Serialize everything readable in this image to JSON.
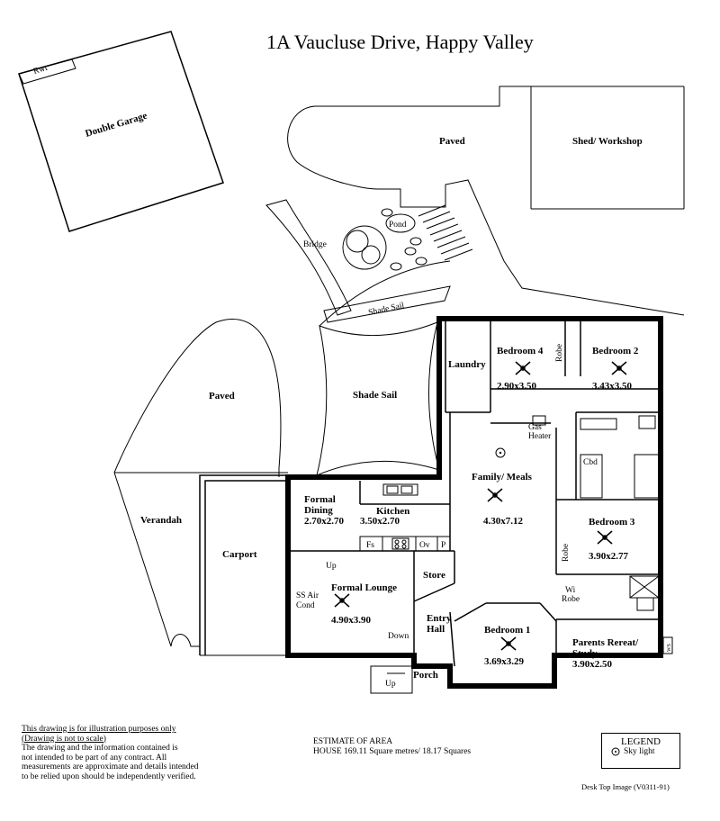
{
  "title": "1A  Vaucluse Drive,  Happy Valley",
  "areas": {
    "rwt": "Rwt",
    "double_garage": "Double Garage",
    "paved_top": "Paved",
    "shed": "Shed/ Workshop",
    "pond": "Pond",
    "bridge": "Bridge",
    "shade_sail_small": "Shade Sail",
    "paved_left": "Paved",
    "shade_sail": "Shade Sail",
    "verandah": "Verandah",
    "carport": "Carport"
  },
  "rooms": {
    "laundry": "Laundry",
    "bedroom4": {
      "name": "Bedroom 4",
      "size": "2.90x3.50"
    },
    "robe_a": "Robe",
    "bedroom2": {
      "name": "Bedroom 2",
      "size": "3.43x3.50"
    },
    "gas_heater_1": "Gas",
    "gas_heater_2": "Heater",
    "cbd": "Cbd",
    "family": {
      "name": "Family/ Meals",
      "size": "4.30x7.12"
    },
    "formal_dining_1": "Formal",
    "formal_dining_2": "Dining",
    "formal_dining_size": "2.70x2.70",
    "kitchen": {
      "name": "Kitchen",
      "size": "3.50x2.70"
    },
    "bedroom3": {
      "name": "Bedroom 3",
      "size": "3.90x2.77"
    },
    "robe_b": "Robe",
    "fs": "Fs",
    "ov": "Ov",
    "p": "P",
    "up1": "Up",
    "store": "Store",
    "ss_air_1": "SS Air",
    "ss_air_2": "Cond",
    "formal_lounge": {
      "name": "Formal Lounge",
      "size": "4.90x3.90"
    },
    "wi_robe_1": "Wi",
    "wi_robe_2": "Robe",
    "entry_1": "Entry",
    "entry_2": "Hall",
    "down": "Down",
    "bedroom1": {
      "name": "Bedroom 1",
      "size": "3.69x3.29"
    },
    "parents_1": "Parents Rereat/",
    "parents_2": "Study",
    "parents_size": "3.90x2.50",
    "porch": "Porch",
    "up2": "Up",
    "ws": "WS"
  },
  "footer": {
    "line1": "This drawing is for illustration purposes only",
    "line2": "(Drawing is not to scale)",
    "line3": "The drawing and the information contained is",
    "line4": "not intended to be part of any contract.  All",
    "line5": "measurements are approximate and details intended",
    "line6": "to be relied upon should be independently verified.",
    "estimate_title": "ESTIMATE OF AREA",
    "estimate_value": "HOUSE  169.11 Square metres/ 18.17 Squares",
    "legend_title": "LEGEND",
    "legend_item": "Sky light",
    "image_id": "Desk Top Image  (V0311-91)"
  }
}
